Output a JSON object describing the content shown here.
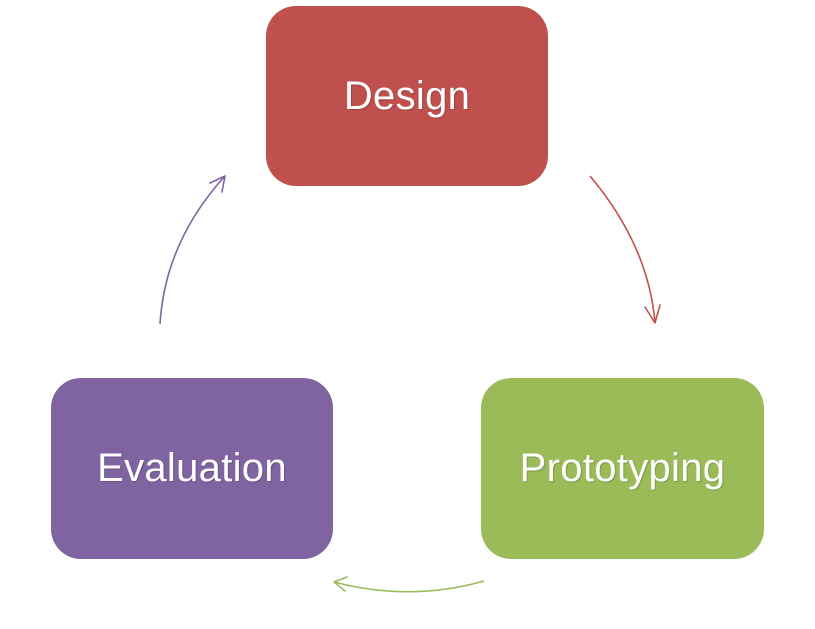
{
  "stages": [
    {
      "id": "design",
      "label": "Design",
      "color": "#c0504d"
    },
    {
      "id": "prototyping",
      "label": "Prototyping",
      "color": "#9bbb59"
    },
    {
      "id": "evaluation",
      "label": "Evaluation",
      "color": "#8064a2"
    }
  ],
  "arrows": [
    {
      "from": "design",
      "to": "prototyping",
      "color": "#c0504d"
    },
    {
      "from": "prototyping",
      "to": "evaluation",
      "color": "#9bbb59"
    },
    {
      "from": "evaluation",
      "to": "design",
      "color": "#8064a2"
    }
  ]
}
